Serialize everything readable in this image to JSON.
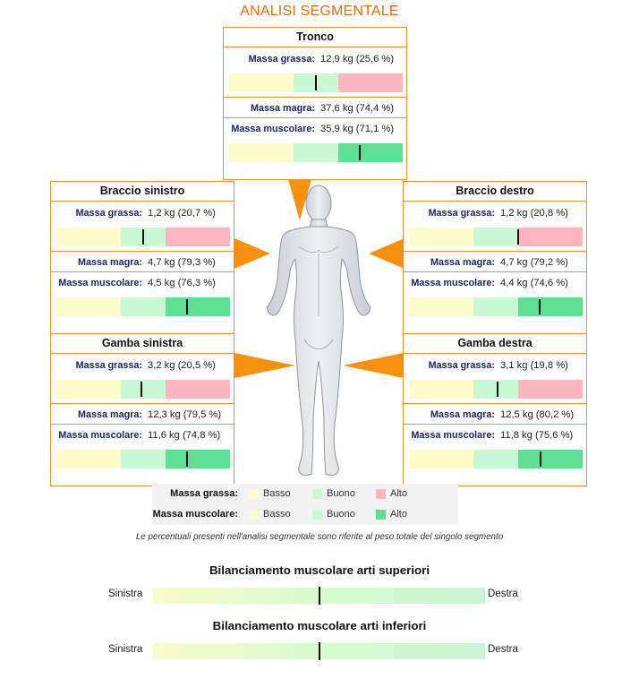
{
  "title": "ANALISI SEGMENTALE",
  "colors": {
    "accent": "#ee6a0a",
    "border": "#e8922e",
    "label": "#1b2465",
    "basso": "#fdfdc9",
    "buono": "#c9fad4",
    "alto_grassa": "#feb7c1",
    "alto_muscolare": "#5fdf95"
  },
  "segments": {
    "tronco": {
      "name": "Tronco",
      "fat": {
        "label": "Massa grassa:",
        "value": "12,9 kg (25,6 %)",
        "marker_fraction": 0.5
      },
      "lean": {
        "label": "Massa magra:",
        "value": "37,6 kg (74,4 %)"
      },
      "muscle": {
        "label": "Massa muscolare:",
        "value": "35,9 kg (71,1 %)",
        "marker_fraction": 0.75
      }
    },
    "braccio_sinistro": {
      "name": "Braccio sinistro",
      "fat": {
        "label": "Massa grassa:",
        "value": "1,2 kg (20,7 %)",
        "marker_fraction": 0.5
      },
      "lean": {
        "label": "Massa magra:",
        "value": "4,7 kg (79,3 %)"
      },
      "muscle": {
        "label": "Massa muscolare:",
        "value": "4,5 kg (76,3 %)",
        "marker_fraction": 0.75
      }
    },
    "braccio_destro": {
      "name": "Braccio destro",
      "fat": {
        "label": "Massa grassa:",
        "value": "1,2 kg (20,8 %)",
        "marker_fraction": 0.63
      },
      "lean": {
        "label": "Massa magra:",
        "value": "4,7 kg (79,2 %)"
      },
      "muscle": {
        "label": "Massa muscolare:",
        "value": "4,4 kg (74,6 %)",
        "marker_fraction": 0.75
      }
    },
    "gamba_sinistra": {
      "name": "Gamba sinistra",
      "fat": {
        "label": "Massa grassa:",
        "value": "3,2 kg (20,5 %)",
        "marker_fraction": 0.49
      },
      "lean": {
        "label": "Massa magra:",
        "value": "12,3 kg (79,5 %)"
      },
      "muscle": {
        "label": "Massa muscolare:",
        "value": "11,6 kg (74,8 %)",
        "marker_fraction": 0.75
      }
    },
    "gamba_destra": {
      "name": "Gamba destra",
      "fat": {
        "label": "Massa grassa:",
        "value": "3,1 kg (19,8 %)",
        "marker_fraction": 0.51
      },
      "lean": {
        "label": "Massa magra:",
        "value": "12,5 kg (80,2 %)"
      },
      "muscle": {
        "label": "Massa muscolare:",
        "value": "11,8 kg (75,6 %)",
        "marker_fraction": 0.76
      }
    }
  },
  "legend": {
    "grassa": {
      "title": "Massa grassa:",
      "basso": "Basso",
      "buono": "Buono",
      "alto": "Alto"
    },
    "muscolare": {
      "title": "Massa muscolare:",
      "basso": "Basso",
      "buono": "Buono",
      "alto": "Alto"
    }
  },
  "note": "Le percentuali presenti nell'analisi segmentale sono riferite al peso totale del singolo segmento",
  "balance": {
    "upper": {
      "title": "Bilanciamento muscolare arti superiori",
      "left": "Sinistra",
      "right": "Destra",
      "marker_fraction": 0.5
    },
    "lower": {
      "title": "Bilanciamento muscolare arti inferiori",
      "left": "Sinistra",
      "right": "Destra",
      "marker_fraction": 0.5
    }
  }
}
